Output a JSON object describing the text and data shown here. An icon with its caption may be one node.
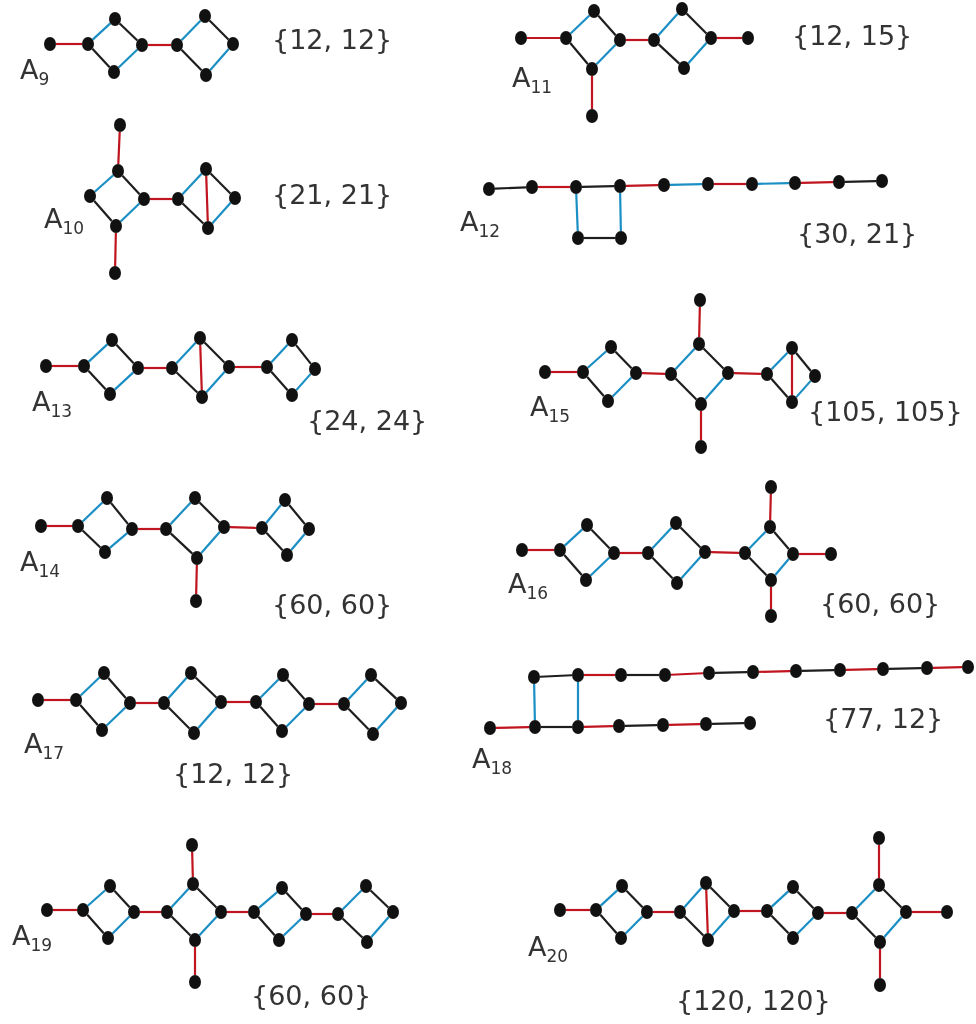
{
  "diagram": {
    "nodes": [
      {
        "text": [],
        "shape": "circle"
      },
      {
        "text": [],
        "shape": "circle"
      },
      {
        "text": [],
        "shape": "circle"
      },
      {
        "text": [],
        "shape": "circle"
      },
      {
        "text": [],
        "shape": "circle"
      },
      {
        "text": [],
        "shape": "circle"
      },
      {
        "text": [],
        "shape": "circle"
      },
      {
        "text": [],
        "shape": "circle"
      },
      {
        "text": [],
        "shape": "circle"
      },
      {
        "text": [],
        "shape": "circle"
      },
      {
        "text": [],
        "shape": "circle"
      },
      {
        "text": [],
        "shape": "circle"
      },
      {
        "text": [],
        "shape": "circle"
      },
      {
        "text": [],
        "shape": "circle"
      },
      {
        "text": [],
        "shape": "circle"
      },
      {
        "text": [],
        "shape": "circle"
      },
      {
        "text": [],
        "shape": "circle"
      },
      {
        "text": [],
        "shape": "circle"
      },
      {
        "text": [],
        "shape": "circle"
      },
      {
        "text": [],
        "shape": "circle"
      },
      {
        "text": [],
        "shape": "circle"
      },
      {
        "text": [],
        "shape": "circle"
      },
      {
        "text": [],
        "shape": "circle"
      },
      {
        "text": [],
        "shape": "circle"
      },
      {
        "text": [],
        "shape": "circle"
      },
      {
        "text": [],
        "shape": "circle"
      },
      {
        "text": [],
        "shape": "circle"
      },
      {
        "text": [],
        "shape": "circle"
      },
      {
        "text": [],
        "shape": "circle"
      },
      {
        "text": [],
        "shape": "circle"
      },
      {
        "text": [],
        "shape": "circle"
      },
      {
        "text": [],
        "shape": "circle"
      },
      {
        "text": [],
        "shape": "circle"
      },
      {
        "text": [],
        "shape": "circle"
      },
      {
        "text": [],
        "shape": "circle"
      },
      {
        "text": [],
        "shape": "circle"
      },
      {
        "text": [],
        "shape": "circle"
      },
      {
        "text": [],
        "shape": "circle"
      },
      {
        "text": [],
        "shape": "circle"
      },
      {
        "text": [],
        "shape": "circle"
      },
      {
        "text": [],
        "shape": "circle"
      },
      {
        "text": [],
        "shape": "circle"
      },
      {
        "text": [],
        "shape": "circle"
      },
      {
        "text": [],
        "shape": "circle"
      },
      {
        "text": [],
        "shape": "circle"
      },
      {
        "text": [],
        "shape": "circle"
      },
      {
        "text": [],
        "shape": "circle"
      },
      {
        "text": [],
        "shape": "circle"
      },
      {
        "text": [],
        "shape": "circle"
      },
      {
        "text": [],
        "shape": "circle"
      },
      {
        "text": [],
        "shape": "circle"
      },
      {
        "text": [],
        "shape": "circle"
      },
      {
        "text": [],
        "shape": "circle"
      },
      {
        "text": [],
        "shape": "circle"
      },
      {
        "text": [],
        "shape": "circle"
      },
      {
        "text": [],
        "shape": "circle"
      },
      {
        "text": [],
        "shape": "circle"
      },
      {
        "text": [],
        "shape": "circle"
      },
      {
        "text": [],
        "shape": "circle"
      },
      {
        "text": [],
        "shape": "circle"
      },
      {
        "text": [],
        "shape": "circle"
      },
      {
        "text": [],
        "shape": "circle"
      },
      {
        "text": [],
        "shape": "circle"
      },
      {
        "text": [],
        "shape": "circle"
      },
      {
        "text": [],
        "shape": "circle"
      },
      {
        "text": [],
        "shape": "circle"
      },
      {
        "text": [],
        "shape": "circle"
      },
      {
        "text": [],
        "shape": "circle"
      },
      {
        "text": [],
        "shape": "circle"
      },
      {
        "text": [],
        "shape": "circle"
      },
      {
        "text": [],
        "shape": "circle"
      },
      {
        "text": [],
        "shape": "circle"
      },
      {
        "text": [],
        "shape": "circle"
      },
      {
        "text": [],
        "shape": "circle"
      },
      {
        "text": [],
        "shape": "circle"
      },
      {
        "text": [],
        "shape": "circle"
      },
      {
        "text": [],
        "shape": "circle"
      },
      {
        "text": [],
        "shape": "circle"
      },
      {
        "text": [],
        "shape": "circle"
      },
      {
        "text": [],
        "shape": "circle"
      },
      {
        "text": [],
        "shape": "circle"
      },
      {
        "text": [],
        "shape": "circle"
      },
      {
        "text": [],
        "shape": "circle"
      },
      {
        "text": [],
        "shape": "circle"
      },
      {
        "text": [],
        "shape": "circle"
      },
      {
        "text": [],
        "shape": "circle"
      },
      {
        "text": [],
        "shape": "circle"
      },
      {
        "text": [],
        "shape": "circle"
      },
      {
        "text": [],
        "shape": "circle"
      },
      {
        "text": [],
        "shape": "circle"
      },
      {
        "text": [],
        "shape": "circle"
      },
      {
        "text": [],
        "shape": "circle"
      },
      {
        "text": [],
        "shape": "circle"
      },
      {
        "text": [],
        "shape": "circle"
      },
      {
        "text": [],
        "shape": "circle"
      },
      {
        "text": [],
        "shape": "circle"
      },
      {
        "text": [],
        "shape": "circle"
      },
      {
        "text": [],
        "shape": "circle"
      },
      {
        "text": [],
        "shape": "circle"
      },
      {
        "text": [],
        "shape": "circle"
      },
      {
        "text": [],
        "shape": "circle"
      },
      {
        "text": [],
        "shape": "circle"
      },
      {
        "text": [],
        "shape": "circle"
      },
      {
        "text": [],
        "shape": "circle"
      },
      {
        "text": [],
        "shape": "circle"
      },
      {
        "text": [],
        "shape": "circle"
      },
      {
        "text": [],
        "shape": "circle"
      },
      {
        "text": [],
        "shape": "circle"
      },
      {
        "text": [],
        "shape": "circle"
      },
      {
        "text": [],
        "shape": "circle"
      },
      {
        "text": [],
        "shape": "circle"
      },
      {
        "text": [],
        "shape": "circle"
      },
      {
        "text": [],
        "shape": "circle"
      },
      {
        "text": [],
        "shape": "circle"
      },
      {
        "text": [],
        "shape": "circle"
      },
      {
        "text": [],
        "shape": "circle"
      },
      {
        "text": [],
        "shape": "circle"
      },
      {
        "text": [],
        "shape": "circle"
      },
      {
        "text": [],
        "shape": "circle"
      },
      {
        "text": [],
        "shape": "circle"
      },
      {
        "text": [],
        "shape": "circle"
      },
      {
        "text": [],
        "shape": "circle"
      },
      {
        "text": [],
        "shape": "circle"
      },
      {
        "text": [],
        "shape": "circle"
      },
      {
        "text": [],
        "shape": "circle"
      },
      {
        "text": [],
        "shape": "circle"
      },
      {
        "text": [],
        "shape": "circle"
      },
      {
        "text": [],
        "shape": "circle"
      },
      {
        "text": [],
        "shape": "circle"
      },
      {
        "text": [],
        "shape": "circle"
      },
      {
        "text": [],
        "shape": "circle"
      },
      {
        "text": [],
        "shape": "circle"
      },
      {
        "text": [],
        "shape": "circle"
      },
      {
        "text": [],
        "shape": "circle"
      },
      {
        "text": [],
        "shape": "circle"
      },
      {
        "text": [],
        "shape": "circle"
      },
      {
        "text": [],
        "shape": "circle"
      },
      {
        "text": [],
        "shape": "circle"
      },
      {
        "text": [],
        "shape": "circle"
      },
      {
        "text": [],
        "shape": "circle"
      },
      {
        "text": [],
        "shape": "circle"
      },
      {
        "text": [],
        "shape": "circle"
      },
      {
        "text": [],
        "shape": "circle"
      },
      {
        "text": [],
        "shape": "circle"
      },
      {
        "text": [],
        "shape": "circle"
      },
      {
        "text": [],
        "shape": "circle"
      },
      {
        "text": [],
        "shape": "circle"
      },
      {
        "text": [],
        "shape": "circle"
      },
      {
        "text": [],
        "shape": "circle"
      },
      {
        "text": [],
        "shape": "circle"
      },
      {
        "text": [],
        "shape": "circle"
      },
      {
        "text": [],
        "shape": "circle"
      },
      {
        "text": [],
        "shape": "circle"
      },
      {
        "text": [],
        "shape": "circle"
      },
      {
        "text": [],
        "shape": "circle"
      },
      {
        "text": [],
        "shape": "circle"
      },
      {
        "text": [],
        "shape": "circle"
      },
      {
        "text": [],
        "shape": "circle"
      },
      {
        "text": [],
        "shape": "circle"
      },
      {
        "text": [],
        "shape": "circle"
      },
      {
        "text": [],
        "shape": "circle"
      },
      {
        "text": [],
        "shape": "circle"
      },
      {
        "text": [],
        "shape": "circle"
      },
      {
        "text": [],
        "shape": "circle"
      },
      {
        "text": [],
        "shape": "circle"
      },
      {
        "text": [],
        "shape": "circle"
      },
      {
        "text": [],
        "shape": "circle"
      },
      {
        "text": [],
        "shape": "circle"
      },
      {
        "text": [],
        "shape": "circle"
      },
      {
        "text": [],
        "shape": "circle"
      },
      {
        "text": [],
        "shape": "circle"
      },
      {
        "text": [],
        "shape": "circle"
      },
      {
        "text": [],
        "shape": "circle"
      },
      {
        "text": [],
        "shape": "circle"
      }
    ],
    "edges": [
      {
        "from": 0,
        "to": 1,
        "arrow": "none",
        "color": "#c0141e"
      },
      {
        "from": 1,
        "to": 2,
        "arrow": "none",
        "color": "#1b8fc4"
      },
      {
        "from": 2,
        "to": 4,
        "arrow": "none"
      },
      {
        "from": 1,
        "to": 3,
        "arrow": "none"
      },
      {
        "from": 3,
        "to": 4,
        "arrow": "none",
        "color": "#1b8fc4"
      },
      {
        "from": 4,
        "to": 5,
        "arrow": "none",
        "color": "#c0141e"
      },
      {
        "from": 5,
        "to": 6,
        "arrow": "none",
        "color": "#1b8fc4"
      },
      {
        "from": 6,
        "to": 8,
        "arrow": "none"
      },
      {
        "from": 5,
        "to": 7,
        "arrow": "none"
      },
      {
        "from": 7,
        "to": 8,
        "arrow": "none",
        "color": "#1b8fc4"
      },
      {
        "from": 9,
        "to": 10,
        "arrow": "none",
        "color": "#c0141e"
      },
      {
        "from": 10,
        "to": 11,
        "arrow": "none",
        "color": "#1b8fc4"
      },
      {
        "from": 11,
        "to": 14,
        "arrow": "none"
      },
      {
        "from": 10,
        "to": 12,
        "arrow": "none"
      },
      {
        "from": 12,
        "to": 14,
        "arrow": "none",
        "color": "#1b8fc4"
      },
      {
        "from": 12,
        "to": 13,
        "arrow": "none",
        "color": "#c0141e"
      },
      {
        "from": 14,
        "to": 15,
        "arrow": "none",
        "color": "#c0141e"
      },
      {
        "from": 15,
        "to": 16,
        "arrow": "none",
        "color": "#1b8fc4"
      },
      {
        "from": 16,
        "to": 18,
        "arrow": "none"
      },
      {
        "from": 15,
        "to": 17,
        "arrow": "none"
      },
      {
        "from": 17,
        "to": 18,
        "arrow": "none",
        "color": "#1b8fc4"
      },
      {
        "from": 18,
        "to": 19,
        "arrow": "none",
        "color": "#c0141e"
      },
      {
        "from": 21,
        "to": 22,
        "arrow": "none",
        "color": "#c0141e"
      },
      {
        "from": 20,
        "to": 22,
        "arrow": "none",
        "color": "#1b8fc4"
      },
      {
        "from": 22,
        "to": 25,
        "arrow": "none"
      },
      {
        "from": 20,
        "to": 23,
        "arrow": "none"
      },
      {
        "from": 23,
        "to": 25,
        "arrow": "none",
        "color": "#1b8fc4"
      },
      {
        "from": 23,
        "to": 24,
        "arrow": "none",
        "color": "#c0141e"
      },
      {
        "from": 25,
        "to": 26,
        "arrow": "none",
        "color": "#c0141e"
      },
      {
        "from": 26,
        "to": 27,
        "arrow": "none",
        "color": "#1b8fc4"
      },
      {
        "from": 27,
        "to": 29,
        "arrow": "none"
      },
      {
        "from": 26,
        "to": 28,
        "arrow": "none"
      },
      {
        "from": 28,
        "to": 29,
        "arrow": "none",
        "color": "#1b8fc4"
      },
      {
        "from": 27,
        "to": 28,
        "arrow": "none",
        "color": "#c0141e"
      },
      {
        "from": 30,
        "to": 31,
        "arrow": "none"
      },
      {
        "from": 31,
        "to": 32,
        "arrow": "none",
        "color": "#c0141e"
      },
      {
        "from": 32,
        "to": 34,
        "arrow": "none"
      },
      {
        "from": 34,
        "to": 36,
        "arrow": "none",
        "color": "#c0141e"
      },
      {
        "from": 36,
        "to": 37,
        "arrow": "none",
        "color": "#1b8fc4"
      },
      {
        "from": 37,
        "to": 38,
        "arrow": "none",
        "color": "#c0141e"
      },
      {
        "from": 38,
        "to": 39,
        "arrow": "none",
        "color": "#1b8fc4"
      },
      {
        "from": 39,
        "to": 40,
        "arrow": "none",
        "color": "#c0141e"
      },
      {
        "from": 40,
        "to": 41,
        "arrow": "none"
      },
      {
        "from": 32,
        "to": 33,
        "arrow": "none",
        "color": "#1b8fc4"
      },
      {
        "from": 34,
        "to": 35,
        "arrow": "none",
        "color": "#1b8fc4"
      },
      {
        "from": 33,
        "to": 35,
        "arrow": "none"
      },
      {
        "from": 42,
        "to": 43,
        "arrow": "none",
        "color": "#c0141e"
      },
      {
        "from": 43,
        "to": 44,
        "arrow": "none",
        "color": "#1b8fc4"
      },
      {
        "from": 44,
        "to": 46,
        "arrow": "none"
      },
      {
        "from": 43,
        "to": 45,
        "arrow": "none"
      },
      {
        "from": 45,
        "to": 46,
        "arrow": "none",
        "color": "#1b8fc4"
      },
      {
        "from": 46,
        "to": 47,
        "arrow": "none",
        "color": "#c0141e"
      },
      {
        "from": 47,
        "to": 48,
        "arrow": "none",
        "color": "#1b8fc4"
      },
      {
        "from": 48,
        "to": 50,
        "arrow": "none"
      },
      {
        "from": 47,
        "to": 49,
        "arrow": "none"
      },
      {
        "from": 49,
        "to": 50,
        "arrow": "none",
        "color": "#1b8fc4"
      },
      {
        "from": 48,
        "to": 49,
        "arrow": "none",
        "color": "#c0141e"
      },
      {
        "from": 50,
        "to": 51,
        "arrow": "none",
        "color": "#c0141e"
      },
      {
        "from": 51,
        "to": 52,
        "arrow": "none",
        "color": "#1b8fc4"
      },
      {
        "from": 52,
        "to": 54,
        "arrow": "none"
      },
      {
        "from": 51,
        "to": 53,
        "arrow": "none"
      },
      {
        "from": 53,
        "to": 54,
        "arrow": "none",
        "color": "#1b8fc4"
      },
      {
        "from": 55,
        "to": 56,
        "arrow": "none",
        "color": "#c0141e"
      },
      {
        "from": 56,
        "to": 57,
        "arrow": "none",
        "color": "#1b8fc4"
      },
      {
        "from": 57,
        "to": 59,
        "arrow": "none"
      },
      {
        "from": 56,
        "to": 58,
        "arrow": "none"
      },
      {
        "from": 58,
        "to": 59,
        "arrow": "none",
        "color": "#1b8fc4"
      },
      {
        "from": 59,
        "to": 60,
        "arrow": "none",
        "color": "#c0141e"
      },
      {
        "from": 60,
        "to": 62,
        "arrow": "none",
        "color": "#1b8fc4"
      },
      {
        "from": 62,
        "to": 65,
        "arrow": "none"
      },
      {
        "from": 60,
        "to": 63,
        "arrow": "none"
      },
      {
        "from": 63,
        "to": 65,
        "arrow": "none",
        "color": "#1b8fc4"
      },
      {
        "from": 61,
        "to": 62,
        "arrow": "none",
        "color": "#c0141e"
      },
      {
        "from": 63,
        "to": 64,
        "arrow": "none",
        "color": "#c0141e"
      },
      {
        "from": 65,
        "to": 66,
        "arrow": "none",
        "color": "#c0141e"
      },
      {
        "from": 66,
        "to": 67,
        "arrow": "none",
        "color": "#1b8fc4"
      },
      {
        "from": 67,
        "to": 69,
        "arrow": "none"
      },
      {
        "from": 66,
        "to": 68,
        "arrow": "none"
      },
      {
        "from": 68,
        "to": 69,
        "arrow": "none",
        "color": "#1b8fc4"
      },
      {
        "from": 67,
        "to": 68,
        "arrow": "none",
        "color": "#c0141e"
      },
      {
        "from": 70,
        "to": 71,
        "arrow": "none",
        "color": "#c0141e"
      },
      {
        "from": 71,
        "to": 72,
        "arrow": "none",
        "color": "#1b8fc4"
      },
      {
        "from": 72,
        "to": 74,
        "arrow": "none"
      },
      {
        "from": 71,
        "to": 73,
        "arrow": "none"
      },
      {
        "from": 73,
        "to": 74,
        "arrow": "none",
        "color": "#1b8fc4"
      },
      {
        "from": 74,
        "to": 75,
        "arrow": "none",
        "color": "#c0141e"
      },
      {
        "from": 75,
        "to": 76,
        "arrow": "none",
        "color": "#1b8fc4"
      },
      {
        "from": 76,
        "to": 79,
        "arrow": "none"
      },
      {
        "from": 75,
        "to": 77,
        "arrow": "none"
      },
      {
        "from": 77,
        "to": 79,
        "arrow": "none",
        "color": "#1b8fc4"
      },
      {
        "from": 77,
        "to": 78,
        "arrow": "none",
        "color": "#c0141e"
      },
      {
        "from": 79,
        "to": 80,
        "arrow": "none",
        "color": "#c0141e"
      },
      {
        "from": 80,
        "to": 81,
        "arrow": "none",
        "color": "#1b8fc4"
      },
      {
        "from": 81,
        "to": 83,
        "arrow": "none"
      },
      {
        "from": 80,
        "to": 82,
        "arrow": "none"
      },
      {
        "from": 82,
        "to": 83,
        "arrow": "none",
        "color": "#1b8fc4"
      },
      {
        "from": 84,
        "to": 85,
        "arrow": "none",
        "color": "#c0141e"
      },
      {
        "from": 85,
        "to": 86,
        "arrow": "none",
        "color": "#1b8fc4"
      },
      {
        "from": 86,
        "to": 88,
        "arrow": "none"
      },
      {
        "from": 85,
        "to": 87,
        "arrow": "none"
      },
      {
        "from": 87,
        "to": 88,
        "arrow": "none",
        "color": "#1b8fc4"
      },
      {
        "from": 88,
        "to": 89,
        "arrow": "none",
        "color": "#c0141e"
      },
      {
        "from": 89,
        "to": 90,
        "arrow": "none",
        "color": "#1b8fc4"
      },
      {
        "from": 90,
        "to": 92,
        "arrow": "none"
      },
      {
        "from": 89,
        "to": 91,
        "arrow": "none"
      },
      {
        "from": 91,
        "to": 92,
        "arrow": "none",
        "color": "#1b8fc4"
      },
      {
        "from": 92,
        "to": 93,
        "arrow": "none",
        "color": "#c0141e"
      },
      {
        "from": 93,
        "to": 95,
        "arrow": "none",
        "color": "#1b8fc4"
      },
      {
        "from": 95,
        "to": 98,
        "arrow": "none"
      },
      {
        "from": 93,
        "to": 96,
        "arrow": "none"
      },
      {
        "from": 96,
        "to": 98,
        "arrow": "none",
        "color": "#1b8fc4"
      },
      {
        "from": 94,
        "to": 95,
        "arrow": "none",
        "color": "#c0141e"
      },
      {
        "from": 96,
        "to": 97,
        "arrow": "none",
        "color": "#c0141e"
      },
      {
        "from": 98,
        "to": 99,
        "arrow": "none",
        "color": "#c0141e"
      },
      {
        "from": 100,
        "to": 101,
        "arrow": "none",
        "color": "#c0141e"
      },
      {
        "from": 101,
        "to": 102,
        "arrow": "none",
        "color": "#1b8fc4"
      },
      {
        "from": 102,
        "to": 104,
        "arrow": "none"
      },
      {
        "from": 101,
        "to": 103,
        "arrow": "none"
      },
      {
        "from": 103,
        "to": 104,
        "arrow": "none",
        "color": "#1b8fc4"
      },
      {
        "from": 104,
        "to": 105,
        "arrow": "none",
        "color": "#c0141e"
      },
      {
        "from": 105,
        "to": 106,
        "arrow": "none",
        "color": "#1b8fc4"
      },
      {
        "from": 106,
        "to": 108,
        "arrow": "none"
      },
      {
        "from": 105,
        "to": 107,
        "arrow": "none"
      },
      {
        "from": 107,
        "to": 108,
        "arrow": "none",
        "color": "#1b8fc4"
      },
      {
        "from": 108,
        "to": 109,
        "arrow": "none",
        "color": "#c0141e"
      },
      {
        "from": 109,
        "to": 110,
        "arrow": "none",
        "color": "#1b8fc4"
      },
      {
        "from": 110,
        "to": 112,
        "arrow": "none"
      },
      {
        "from": 109,
        "to": 111,
        "arrow": "none"
      },
      {
        "from": 111,
        "to": 112,
        "arrow": "none",
        "color": "#1b8fc4"
      },
      {
        "from": 112,
        "to": 113,
        "arrow": "none",
        "color": "#c0141e"
      },
      {
        "from": 113,
        "to": 114,
        "arrow": "none",
        "color": "#1b8fc4"
      },
      {
        "from": 114,
        "to": 116,
        "arrow": "none"
      },
      {
        "from": 113,
        "to": 115,
        "arrow": "none"
      },
      {
        "from": 115,
        "to": 116,
        "arrow": "none",
        "color": "#1b8fc4"
      },
      {
        "from": 117,
        "to": 118,
        "arrow": "none"
      },
      {
        "from": 118,
        "to": 119,
        "arrow": "none",
        "color": "#c0141e"
      },
      {
        "from": 119,
        "to": 120,
        "arrow": "none"
      },
      {
        "from": 120,
        "to": 121,
        "arrow": "none",
        "color": "#c0141e"
      },
      {
        "from": 121,
        "to": 122,
        "arrow": "none"
      },
      {
        "from": 122,
        "to": 123,
        "arrow": "none",
        "color": "#c0141e"
      },
      {
        "from": 123,
        "to": 124,
        "arrow": "none"
      },
      {
        "from": 124,
        "to": 125,
        "arrow": "none",
        "color": "#c0141e"
      },
      {
        "from": 125,
        "to": 126,
        "arrow": "none"
      },
      {
        "from": 126,
        "to": 127,
        "arrow": "none",
        "color": "#c0141e"
      },
      {
        "from": 128,
        "to": 129,
        "arrow": "none",
        "color": "#c0141e"
      },
      {
        "from": 129,
        "to": 130,
        "arrow": "none"
      },
      {
        "from": 130,
        "to": 131,
        "arrow": "none",
        "color": "#c0141e"
      },
      {
        "from": 131,
        "to": 132,
        "arrow": "none"
      },
      {
        "from": 132,
        "to": 133,
        "arrow": "none",
        "color": "#c0141e"
      },
      {
        "from": 133,
        "to": 134,
        "arrow": "none"
      },
      {
        "from": 117,
        "to": 129,
        "arrow": "none",
        "color": "#1b8fc4"
      },
      {
        "from": 118,
        "to": 130,
        "arrow": "none",
        "color": "#1b8fc4"
      },
      {
        "from": 135,
        "to": 136,
        "arrow": "none",
        "color": "#c0141e"
      },
      {
        "from": 136,
        "to": 137,
        "arrow": "none",
        "color": "#1b8fc4"
      },
      {
        "from": 137,
        "to": 139,
        "arrow": "none"
      },
      {
        "from": 136,
        "to": 138,
        "arrow": "none"
      },
      {
        "from": 138,
        "to": 139,
        "arrow": "none",
        "color": "#1b8fc4"
      },
      {
        "from": 139,
        "to": 140,
        "arrow": "none",
        "color": "#c0141e"
      },
      {
        "from": 140,
        "to": 142,
        "arrow": "none",
        "color": "#1b8fc4"
      },
      {
        "from": 142,
        "to": 145,
        "arrow": "none"
      },
      {
        "from": 140,
        "to": 143,
        "arrow": "none"
      },
      {
        "from": 143,
        "to": 145,
        "arrow": "none",
        "color": "#1b8fc4"
      },
      {
        "from": 141,
        "to": 142,
        "arrow": "none",
        "color": "#c0141e"
      },
      {
        "from": 143,
        "to": 144,
        "arrow": "none",
        "color": "#c0141e"
      },
      {
        "from": 145,
        "to": 146,
        "arrow": "none",
        "color": "#c0141e"
      },
      {
        "from": 146,
        "to": 147,
        "arrow": "none",
        "color": "#1b8fc4"
      },
      {
        "from": 147,
        "to": 149,
        "arrow": "none"
      },
      {
        "from": 146,
        "to": 148,
        "arrow": "none"
      },
      {
        "from": 148,
        "to": 149,
        "arrow": "none",
        "color": "#1b8fc4"
      },
      {
        "from": 149,
        "to": 150,
        "arrow": "none",
        "color": "#c0141e"
      },
      {
        "from": 150,
        "to": 151,
        "arrow": "none",
        "color": "#1b8fc4"
      },
      {
        "from": 151,
        "to": 153,
        "arrow": "none"
      },
      {
        "from": 150,
        "to": 152,
        "arrow": "none"
      },
      {
        "from": 152,
        "to": 153,
        "arrow": "none",
        "color": "#1b8fc4"
      },
      {
        "from": 154,
        "to": 155,
        "arrow": "none",
        "color": "#c0141e"
      },
      {
        "from": 155,
        "to": 156,
        "arrow": "none",
        "color": "#1b8fc4"
      },
      {
        "from": 156,
        "to": 158,
        "arrow": "none"
      },
      {
        "from": 155,
        "to": 157,
        "arrow": "none"
      },
      {
        "from": 157,
        "to": 158,
        "arrow": "none",
        "color": "#1b8fc4"
      },
      {
        "from": 158,
        "to": 159,
        "arrow": "none",
        "color": "#c0141e"
      },
      {
        "from": 159,
        "to": 160,
        "arrow": "none",
        "color": "#1b8fc4"
      },
      {
        "from": 160,
        "to": 162,
        "arrow": "none"
      },
      {
        "from": 159,
        "to": 161,
        "arrow": "none"
      },
      {
        "from": 161,
        "to": 162,
        "arrow": "none",
        "color": "#1b8fc4"
      },
      {
        "from": 160,
        "to": 161,
        "arrow": "none",
        "color": "#c0141e"
      },
      {
        "from": 162,
        "to": 163,
        "arrow": "none",
        "color": "#c0141e"
      },
      {
        "from": 163,
        "to": 164,
        "arrow": "none",
        "color": "#1b8fc4"
      },
      {
        "from": 164,
        "to": 166,
        "arrow": "none"
      },
      {
        "from": 163,
        "to": 165,
        "arrow": "none"
      },
      {
        "from": 165,
        "to": 166,
        "arrow": "none",
        "color": "#1b8fc4"
      },
      {
        "from": 166,
        "to": 167,
        "arrow": "none",
        "color": "#c0141e"
      },
      {
        "from": 167,
        "to": 169,
        "arrow": "none",
        "color": "#1b8fc4"
      },
      {
        "from": 169,
        "to": 172,
        "arrow": "none"
      },
      {
        "from": 167,
        "to": 170,
        "arrow": "none"
      },
      {
        "from": 170,
        "to": 172,
        "arrow": "none",
        "color": "#1b8fc4"
      },
      {
        "from": 168,
        "to": 169,
        "arrow": "none",
        "color": "#c0141e"
      },
      {
        "from": 170,
        "to": 171,
        "arrow": "none",
        "color": "#c0141e"
      },
      {
        "from": 172,
        "to": 173,
        "arrow": "none",
        "color": "#c0141e"
      }
    ],
    "labels": [
      "A$_{9}$",
      "{12, 12}",
      "A$_{11}$",
      "{12, 15}",
      "A$_{10}$",
      "{21, 21}",
      "A$_{12}$",
      "{30, 21}",
      "A$_{13}$",
      "{24, 24}",
      "A$_{15}$",
      "{105, 105}",
      "A$_{14}$",
      "{60, 60}",
      "A$_{16}$",
      "{60, 60}",
      "A$_{17}$",
      "{12, 12}",
      "A$_{18}$",
      "{77, 12}",
      "A$_{19}$",
      "{60, 60}",
      "A$_{20}$",
      "{120, 120}"
    ]
  }
}
